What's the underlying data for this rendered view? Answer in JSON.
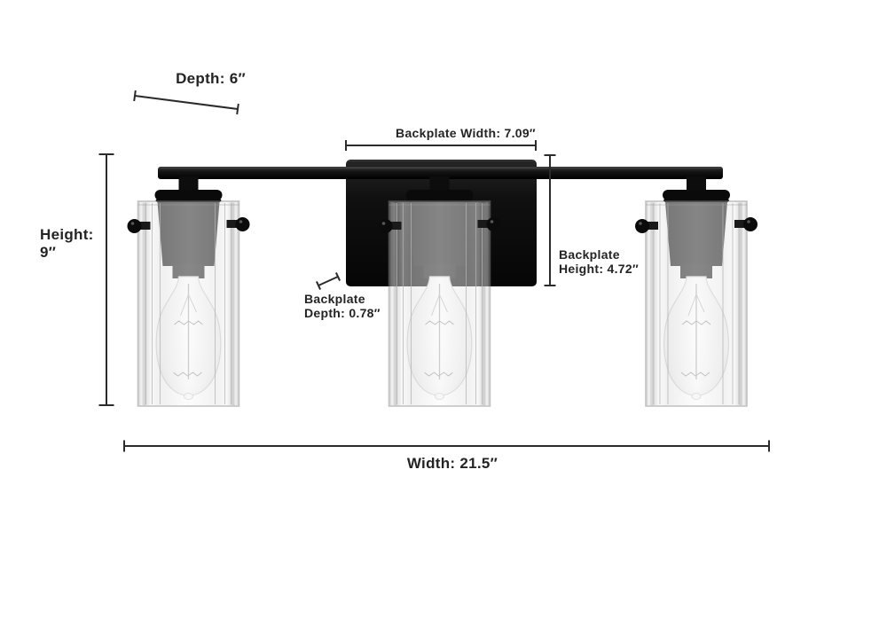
{
  "diagram": {
    "type": "product-dimension-diagram",
    "product": "3-light bath vanity light fixture with clear glass cylinder shades and black backplate",
    "colors": {
      "background": "#ffffff",
      "dimension_line": "#2b2b2b",
      "label_text": "#242424",
      "fixture_metal": "#0d0d0d",
      "glass_edge": "#898989"
    },
    "labels": {
      "depth": "Depth: 6″",
      "height_line1": "Height:",
      "height_line2": "9″",
      "backplate_width": "Backplate Width: 7.09″",
      "backplate_height_line1": "Backplate",
      "backplate_height_line2": "Height: 4.72″",
      "backplate_depth_line1": "Backplate",
      "backplate_depth_line2": "Depth: 0.78″",
      "width": "Width: 21.5″"
    },
    "dimensions": {
      "depth_in": 6,
      "height_in": 9,
      "backplate_width_in": 7.09,
      "backplate_height_in": 4.72,
      "backplate_depth_in": 0.78,
      "width_in": 21.5
    }
  }
}
